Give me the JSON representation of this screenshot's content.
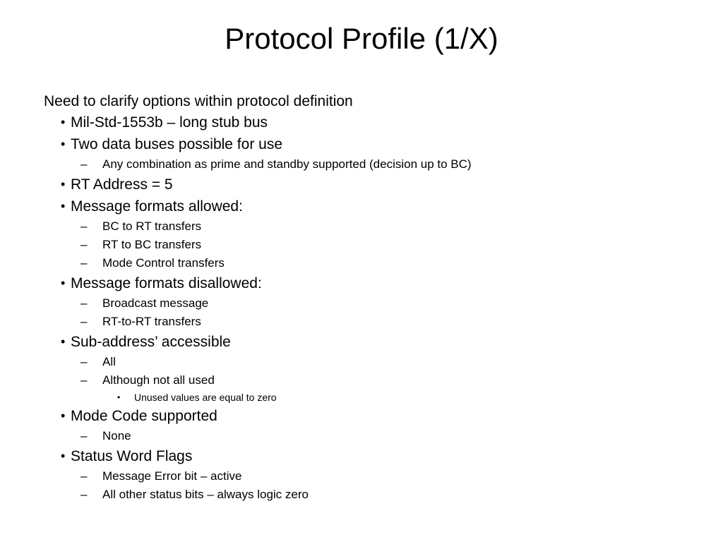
{
  "slide": {
    "title": "Protocol Profile (1/X)",
    "intro": "Need to clarify options within protocol definition",
    "bullet_marker": "•",
    "dash_marker": "–",
    "items": [
      {
        "level": 1,
        "text": "Mil-Std-1553b – long stub bus"
      },
      {
        "level": 1,
        "text": "Two data buses possible for use"
      },
      {
        "level": 2,
        "text": "Any combination as prime and standby supported (decision up to BC)"
      },
      {
        "level": 1,
        "text": "RT Address = 5"
      },
      {
        "level": 1,
        "text": "Message formats allowed:"
      },
      {
        "level": 2,
        "text": "BC to RT transfers"
      },
      {
        "level": 2,
        "text": "RT to BC transfers"
      },
      {
        "level": 2,
        "text": "Mode Control transfers"
      },
      {
        "level": 1,
        "text": "Message formats disallowed:"
      },
      {
        "level": 2,
        "text": "Broadcast message"
      },
      {
        "level": 2,
        "text": "RT-to-RT transfers"
      },
      {
        "level": 1,
        "text": "Sub-address’ accessible"
      },
      {
        "level": 2,
        "text": "All"
      },
      {
        "level": 2,
        "text": "Although not all used"
      },
      {
        "level": 3,
        "text": "Unused values are equal to zero"
      },
      {
        "level": 1,
        "text": "Mode Code supported"
      },
      {
        "level": 2,
        "text": "None"
      },
      {
        "level": 1,
        "text": "Status Word Flags"
      },
      {
        "level": 2,
        "text": "Message Error bit – active"
      },
      {
        "level": 2,
        "text": "All other status bits – always logic zero"
      }
    ]
  }
}
